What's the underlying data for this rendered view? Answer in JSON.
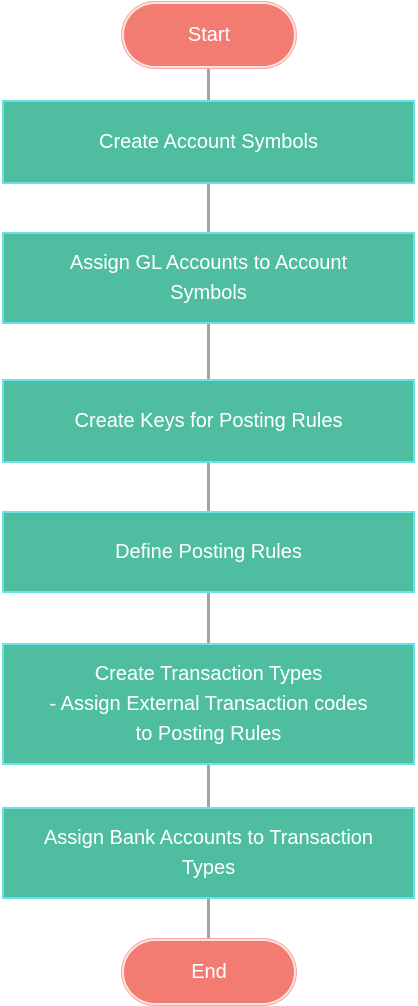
{
  "flowchart": {
    "start_label": "Start",
    "end_label": "End",
    "steps": [
      {
        "lines": [
          "Create Account Symbols"
        ]
      },
      {
        "lines": [
          "Assign GL Accounts to Account",
          "Symbols"
        ]
      },
      {
        "lines": [
          "Create Keys for Posting Rules"
        ]
      },
      {
        "lines": [
          "Define Posting Rules"
        ]
      },
      {
        "lines": [
          "Create Transaction Types",
          "- Assign External Transaction codes",
          "to Posting Rules"
        ]
      },
      {
        "lines": [
          "Assign Bank Accounts to Transaction",
          "Types"
        ]
      }
    ]
  },
  "colors": {
    "terminal_fill": "#f27b72",
    "step_fill": "#4fbd9f",
    "step_border": "#67e3e8",
    "connector": "#a3a3a3",
    "text": "#ffffff"
  }
}
